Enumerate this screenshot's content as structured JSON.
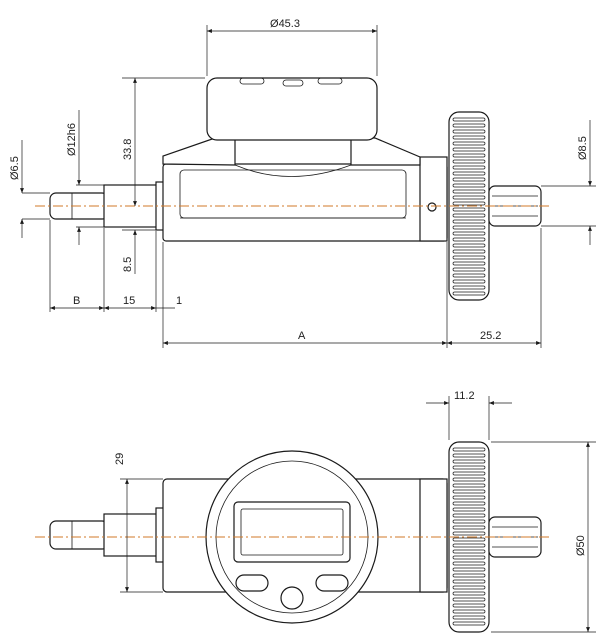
{
  "dimensions": {
    "top_diameter": "45.3",
    "stem_diameter": "6.5",
    "tolerance_diameter": "12h6",
    "height_upper": "33.8",
    "height_lower": "8.5",
    "knob_shaft_diameter": "8.5",
    "len_b": "B",
    "len_15": "15",
    "len_1": "1",
    "len_a": "A",
    "len_knob": "25.2",
    "knob_width": "11.2",
    "body_height": "29",
    "knob_diameter": "50"
  },
  "diameter_symbol": "Ø"
}
